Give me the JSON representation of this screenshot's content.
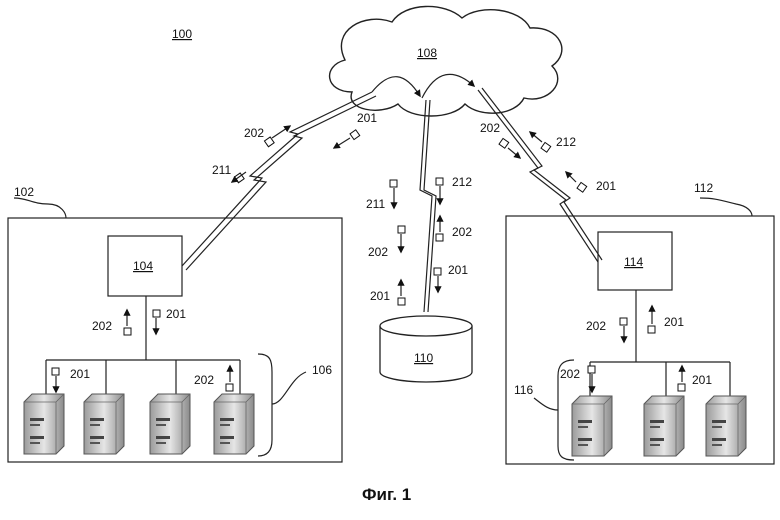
{
  "figure": {
    "system_ref": "100",
    "caption": "Фиг. 1"
  },
  "network": {
    "ref": "108"
  },
  "database": {
    "ref": "110"
  },
  "site_left": {
    "ref": "102",
    "gateway_ref": "104",
    "server_group_ref": "106"
  },
  "site_right": {
    "ref": "112",
    "gateway_ref": "114",
    "server_group_ref": "116"
  },
  "message_labels": {
    "m201": "201",
    "m202": "202",
    "m211": "211",
    "m212": "212"
  }
}
